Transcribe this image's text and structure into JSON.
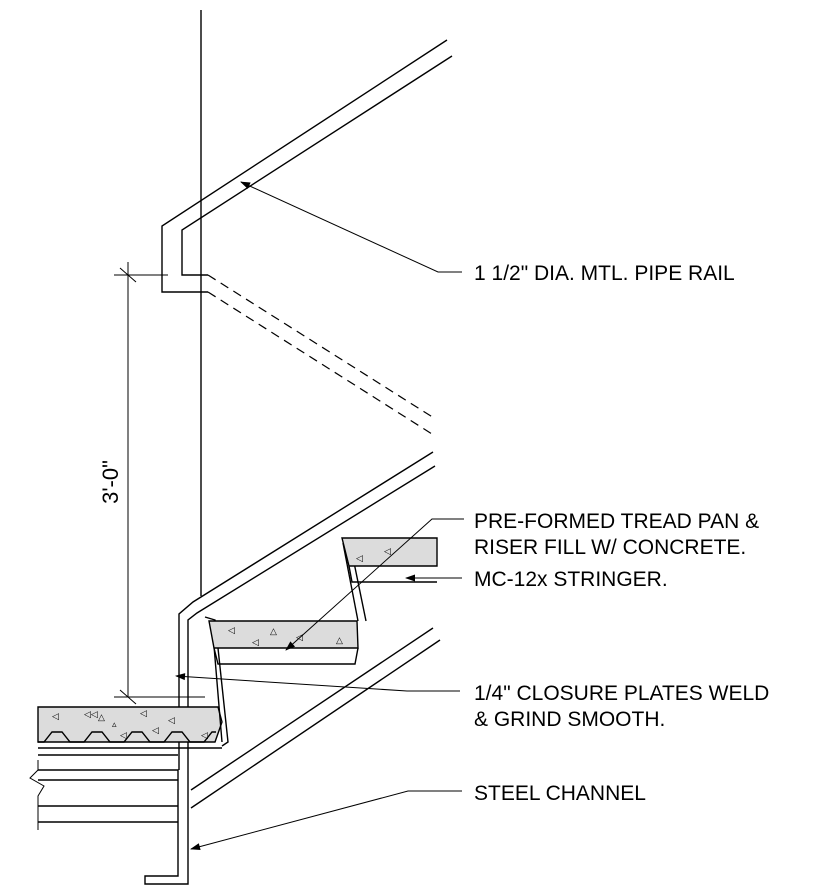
{
  "labels": {
    "pipe_rail": "1 1/2\" DIA. MTL. PIPE RAIL",
    "tread_pan_line1": "PRE-FORMED TREAD PAN &",
    "tread_pan_line2": "RISER  FILL W/ CONCRETE.",
    "stringer": "MC-12x STRINGER.",
    "closure_line1": "1/4\" CLOSURE PLATES WELD",
    "closure_line2": "& GRIND SMOOTH.",
    "steel_channel": "STEEL CHANNEL"
  },
  "dimension": {
    "height": "3'-0\""
  }
}
